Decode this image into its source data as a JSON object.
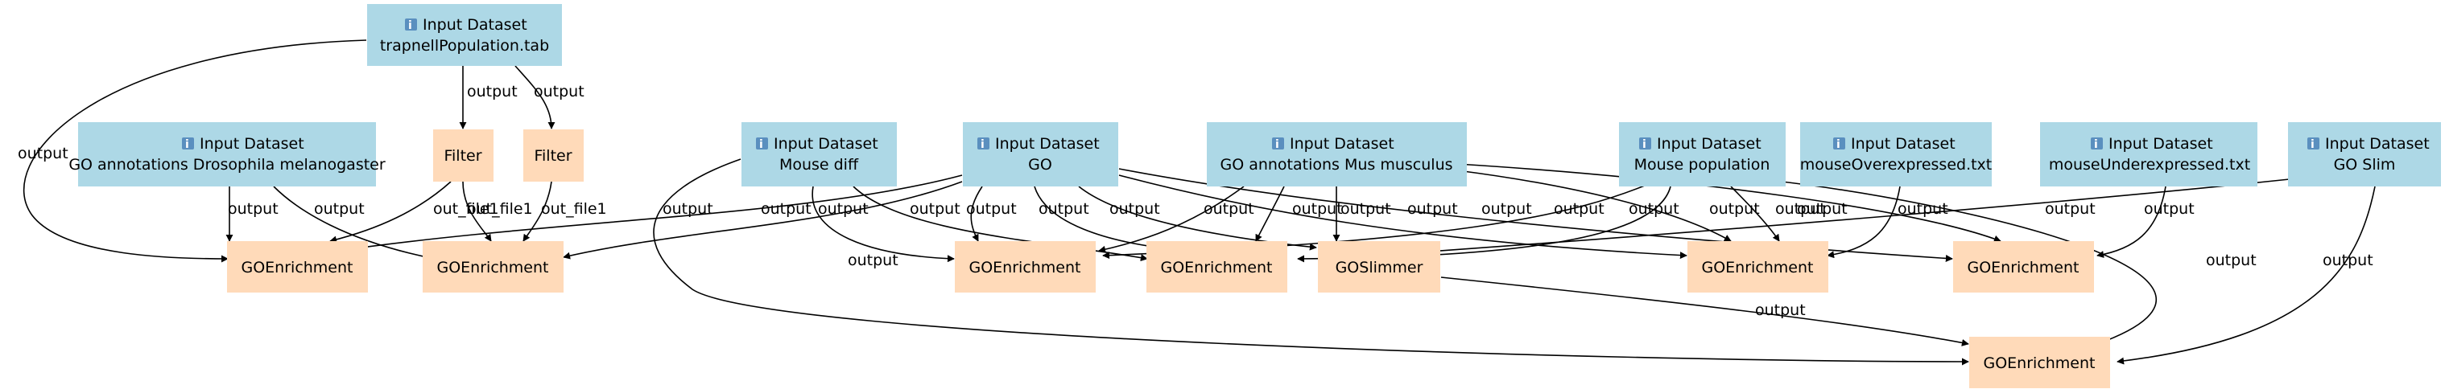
{
  "icons": {
    "info": "info-icon"
  },
  "nodes": {
    "input_trapnell": {
      "title": "Input Dataset",
      "subtitle": "trapnellPopulation.tab"
    },
    "input_go_dros": {
      "title": "Input Dataset",
      "subtitle": "GO annotations Drosophila melanogaster"
    },
    "input_mouse_diff": {
      "title": "Input Dataset",
      "subtitle": "Mouse diff"
    },
    "input_go": {
      "title": "Input Dataset",
      "subtitle": "GO"
    },
    "input_go_mus": {
      "title": "Input Dataset",
      "subtitle": "GO annotations Mus musculus"
    },
    "input_mouse_pop": {
      "title": "Input Dataset",
      "subtitle": "Mouse population"
    },
    "input_mouse_over": {
      "title": "Input Dataset",
      "subtitle": "mouseOverexpressed.txt"
    },
    "input_mouse_under": {
      "title": "Input Dataset",
      "subtitle": "mouseUnderexpressed.txt"
    },
    "input_go_slim": {
      "title": "Input Dataset",
      "subtitle": "GO Slim"
    },
    "filter_1": {
      "label": "Filter"
    },
    "filter_2": {
      "label": "Filter"
    },
    "goenrich_1": {
      "label": "GOEnrichment"
    },
    "goenrich_2": {
      "label": "GOEnrichment"
    },
    "goenrich_3": {
      "label": "GOEnrichment"
    },
    "goenrich_4": {
      "label": "GOEnrichment"
    },
    "goslimmer": {
      "label": "GOSlimmer"
    },
    "goenrich_5": {
      "label": "GOEnrichment"
    },
    "goenrich_6": {
      "label": "GOEnrichment"
    },
    "goenrich_7": {
      "label": "GOEnrichment"
    }
  },
  "edge_labels": {
    "output": "output",
    "out_file1": "out_file1"
  }
}
